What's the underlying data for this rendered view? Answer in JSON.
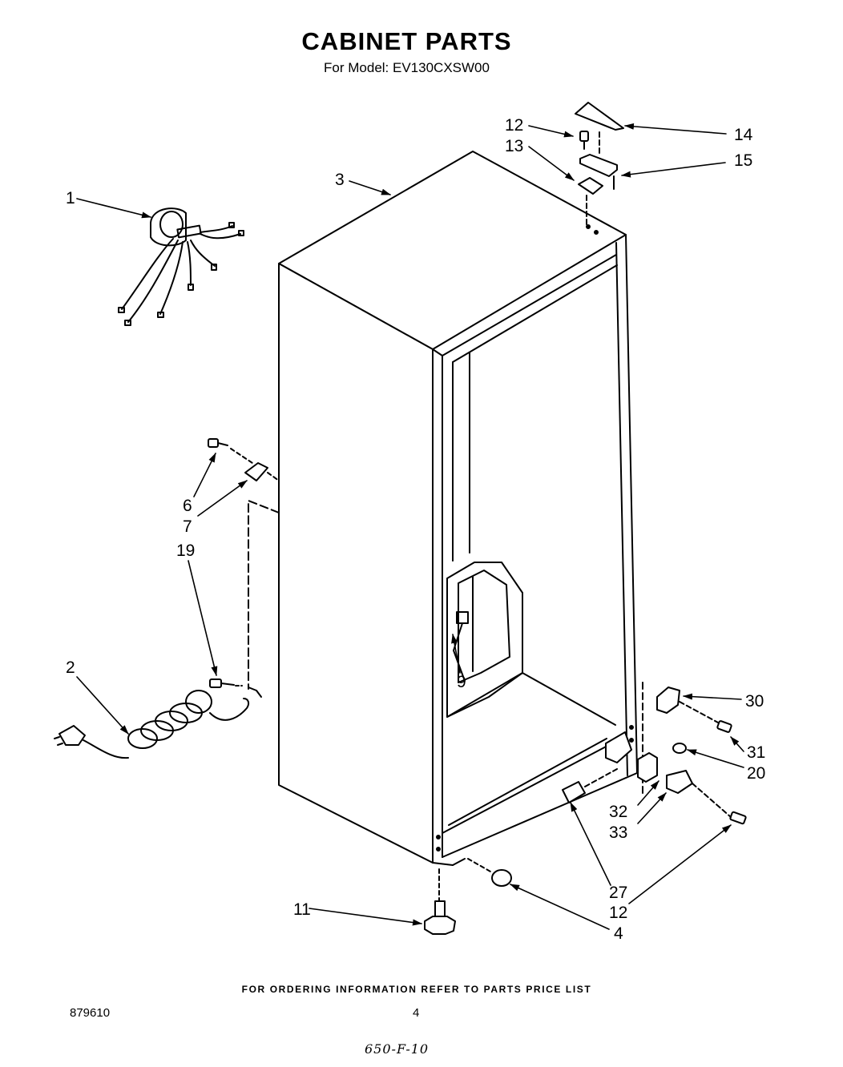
{
  "header": {
    "title": "CABINET PARTS",
    "subtitle": "For Model: EV130CXSW00"
  },
  "callouts": [
    {
      "id": "c1",
      "label": "1"
    },
    {
      "id": "c3",
      "label": "3"
    },
    {
      "id": "c12a",
      "label": "12"
    },
    {
      "id": "c13",
      "label": "13"
    },
    {
      "id": "c14",
      "label": "14"
    },
    {
      "id": "c15",
      "label": "15"
    },
    {
      "id": "c6",
      "label": "6"
    },
    {
      "id": "c7",
      "label": "7"
    },
    {
      "id": "c19",
      "label": "19"
    },
    {
      "id": "c2",
      "label": "2"
    },
    {
      "id": "c9",
      "label": "9"
    },
    {
      "id": "c30",
      "label": "30"
    },
    {
      "id": "c31",
      "label": "31"
    },
    {
      "id": "c20",
      "label": "20"
    },
    {
      "id": "c32",
      "label": "32"
    },
    {
      "id": "c33",
      "label": "33"
    },
    {
      "id": "c27",
      "label": "27"
    },
    {
      "id": "c12b",
      "label": "12"
    },
    {
      "id": "c4",
      "label": "4"
    },
    {
      "id": "c11",
      "label": "11"
    }
  ],
  "footer": {
    "note": "FOR ORDERING INFORMATION REFER TO PARTS PRICE LIST",
    "doc_number": "879610",
    "page_number": "4",
    "handwritten": "650-F-10"
  }
}
